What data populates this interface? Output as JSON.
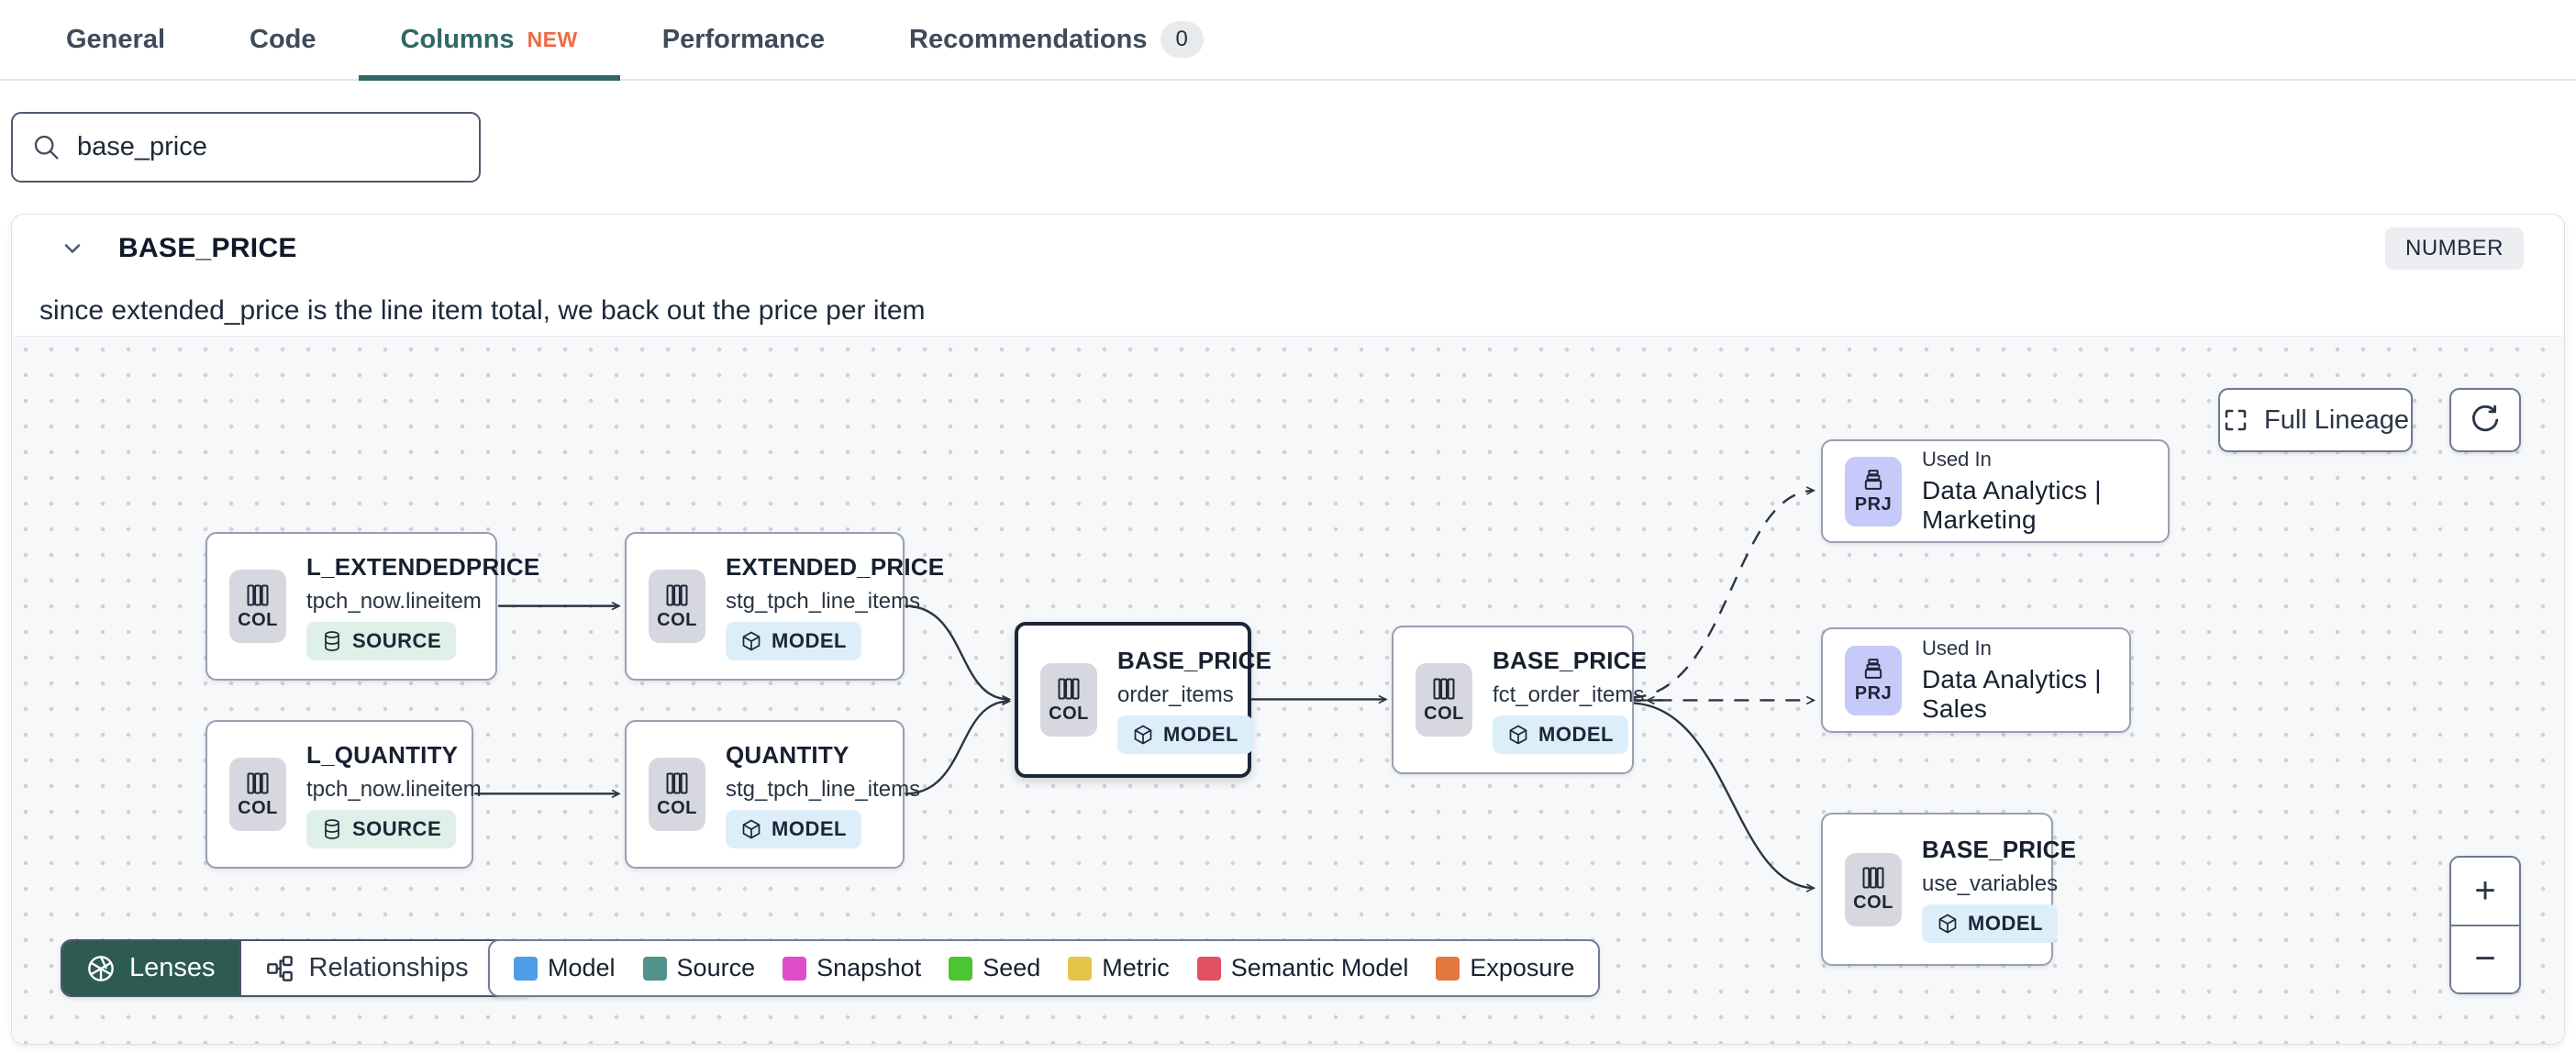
{
  "tabs": {
    "items": [
      {
        "label": "General"
      },
      {
        "label": "Code"
      },
      {
        "label": "Columns",
        "badge": "NEW"
      },
      {
        "label": "Performance"
      },
      {
        "label": "Recommendations",
        "count": "0"
      }
    ]
  },
  "search": {
    "value": "base_price"
  },
  "column_header": {
    "title": "BASE_PRICE",
    "type_badge": "NUMBER",
    "description": "since extended_price is the line item total, we back out the price per item"
  },
  "lineage": {
    "controls": {
      "full_lineage": "Full Lineage",
      "zoom_in": "+",
      "zoom_out": "−"
    },
    "toolbar": {
      "lenses": "Lenses",
      "relationships": "Relationships"
    },
    "legend": [
      {
        "label": "Model",
        "color": "#4E9DE6"
      },
      {
        "label": "Source",
        "color": "#53918C"
      },
      {
        "label": "Snapshot",
        "color": "#E14CCB"
      },
      {
        "label": "Seed",
        "color": "#4DC432"
      },
      {
        "label": "Metric",
        "color": "#E5C545"
      },
      {
        "label": "Semantic Model",
        "color": "#E25062"
      },
      {
        "label": "Exposure",
        "color": "#E0783F"
      }
    ],
    "nodes": [
      {
        "title": "L_EXTENDEDPRICE",
        "subtitle": "tpch_now.lineitem",
        "chip": "COL",
        "badge": "SOURCE"
      },
      {
        "title": "EXTENDED_PRICE",
        "subtitle": "stg_tpch_line_items",
        "chip": "COL",
        "badge": "MODEL"
      },
      {
        "title": "L_QUANTITY",
        "subtitle": "tpch_now.lineitem",
        "chip": "COL",
        "badge": "SOURCE"
      },
      {
        "title": "QUANTITY",
        "subtitle": "stg_tpch_line_items",
        "chip": "COL",
        "badge": "MODEL"
      },
      {
        "title": "BASE_PRICE",
        "subtitle": "order_items",
        "chip": "COL",
        "badge": "MODEL"
      },
      {
        "title": "BASE_PRICE",
        "subtitle": "fct_order_items",
        "chip": "COL",
        "badge": "MODEL"
      },
      {
        "pre": "Used In",
        "title": "Data Analytics | Marketing",
        "chip": "PRJ"
      },
      {
        "pre": "Used In",
        "title": "Data Analytics | Sales",
        "chip": "PRJ"
      },
      {
        "title": "BASE_PRICE",
        "subtitle": "use_variables",
        "chip": "COL",
        "badge": "MODEL"
      }
    ]
  }
}
